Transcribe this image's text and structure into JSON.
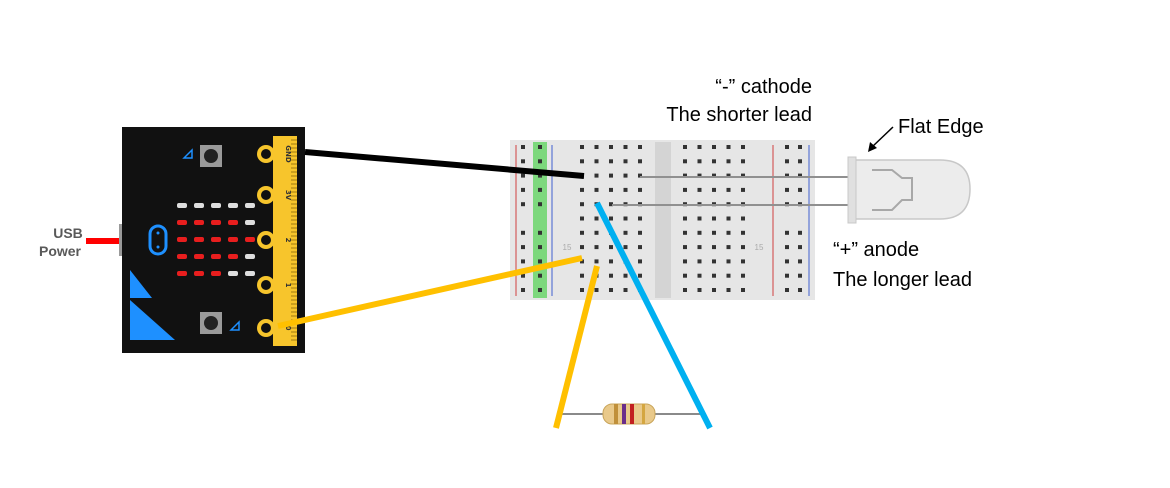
{
  "labels": {
    "usb_line1": "USB",
    "usb_line2": "Power",
    "cathode_line1": "“-” cathode",
    "cathode_line2": "The shorter lead",
    "flat_edge": "Flat Edge",
    "anode_line1": "“+” anode",
    "anode_line2": "The longer lead"
  },
  "microbit": {
    "pins": [
      "GND",
      "3V",
      "2",
      "1",
      "0"
    ],
    "led_grid": [
      [
        0,
        0,
        0,
        0,
        0
      ],
      [
        1,
        1,
        1,
        1,
        0
      ],
      [
        1,
        1,
        1,
        1,
        1
      ],
      [
        1,
        1,
        1,
        1,
        0
      ],
      [
        1,
        1,
        1,
        0,
        0
      ]
    ]
  },
  "breadboard": {
    "row_number_left": "15",
    "row_number_right": "15"
  },
  "colors": {
    "gnd_wire": "#000000",
    "signal_wire": "#ffc000",
    "resistor_wire": "#00b0f0",
    "usb_cable": "#ff0000",
    "board": "#111111",
    "edge_connector": "#f7c52c",
    "led_on": "#e81e1e",
    "led_off": "#dedede",
    "rail_green": "#7dd87d"
  }
}
